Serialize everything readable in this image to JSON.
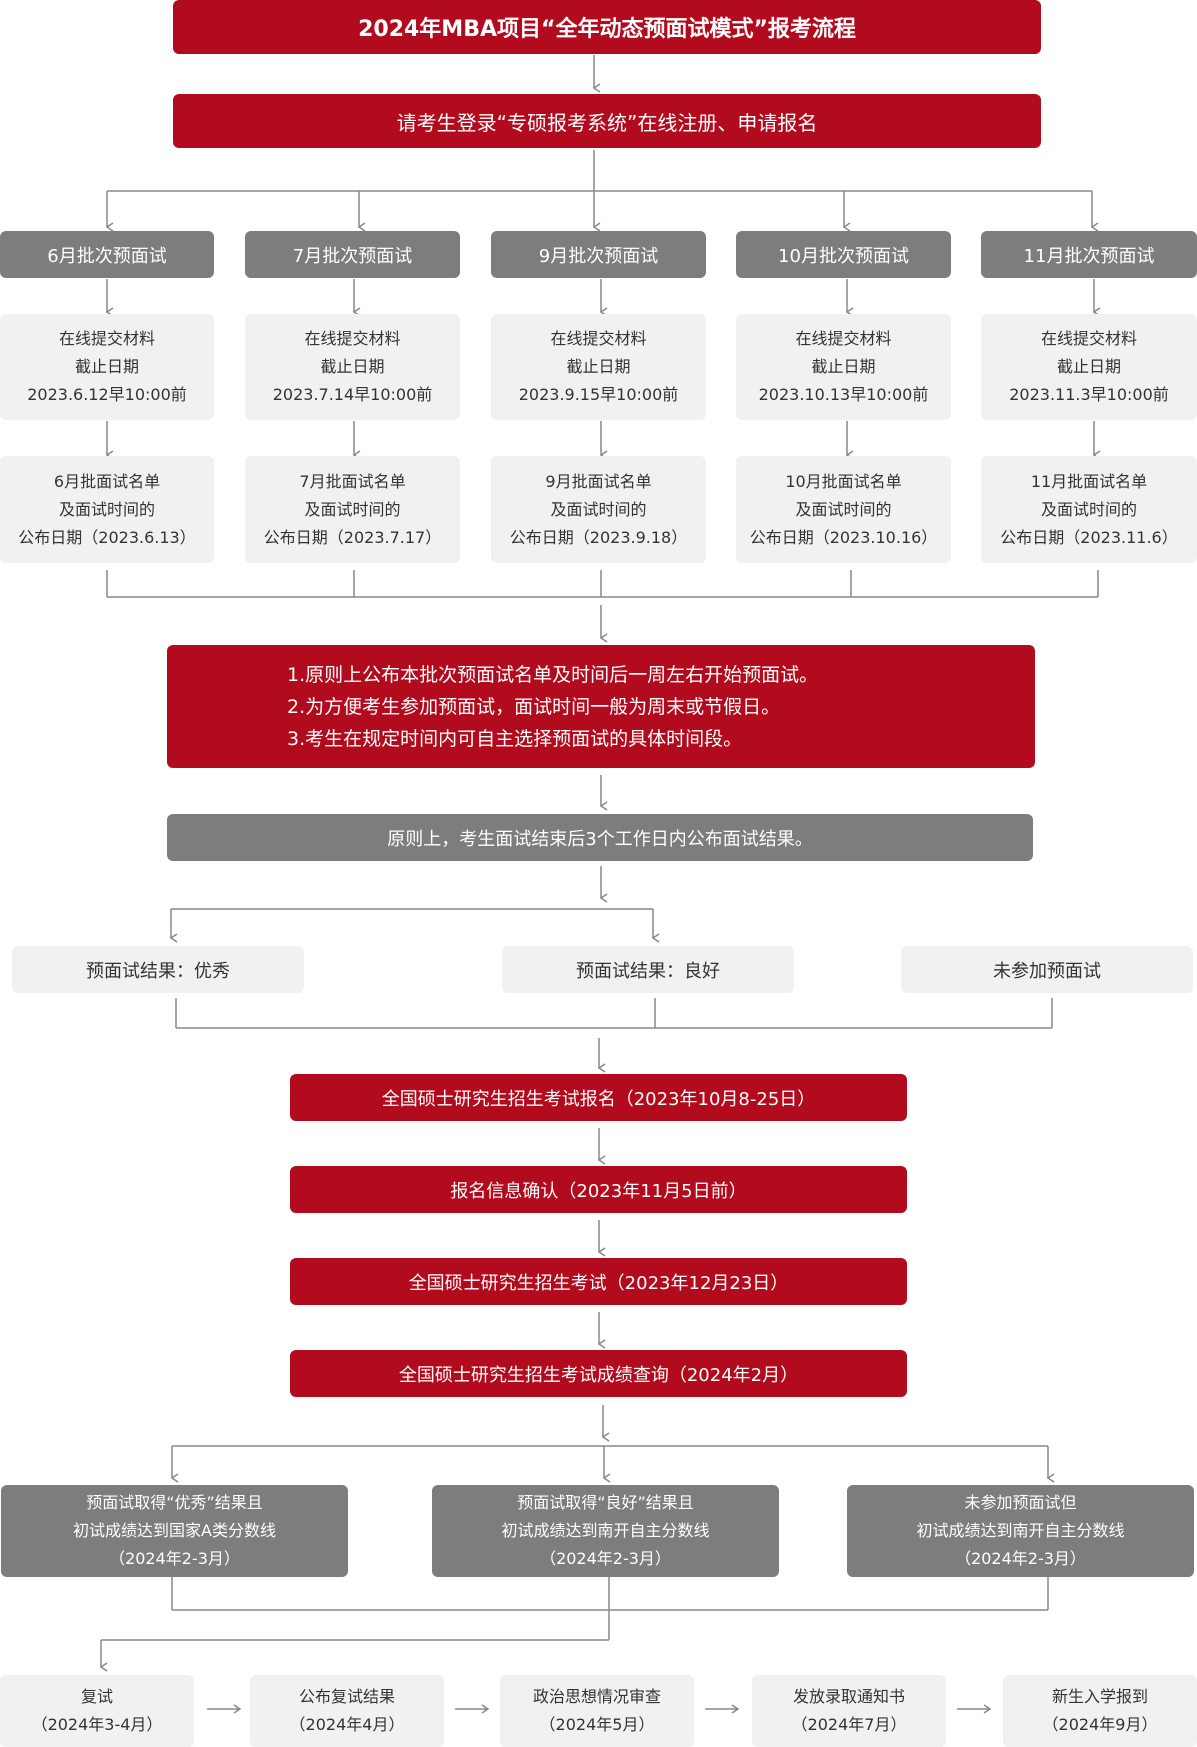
{
  "title": "2024年MBA项目“全年动态预面试模式”报考流程",
  "step_register": "请考生登录“专硕报考系统”在线注册、申请报名",
  "batches": [
    {
      "name": "6月批次预面试",
      "submit": [
        "在线提交材料",
        "截止日期",
        "2023.6.12早10:00前"
      ],
      "publish": [
        "6月批面试名单",
        "及面试时间的",
        "公布日期（2023.6.13）"
      ]
    },
    {
      "name": "7月批次预面试",
      "submit": [
        "在线提交材料",
        "截止日期",
        "2023.7.14早10:00前"
      ],
      "publish": [
        "7月批面试名单",
        "及面试时间的",
        "公布日期（2023.7.17）"
      ]
    },
    {
      "name": "9月批次预面试",
      "submit": [
        "在线提交材料",
        "截止日期",
        "2023.9.15早10:00前"
      ],
      "publish": [
        "9月批面试名单",
        "及面试时间的",
        "公布日期（2023.9.18）"
      ]
    },
    {
      "name": "10月批次预面试",
      "submit": [
        "在线提交材料",
        "截止日期",
        "2023.10.13早10:00前"
      ],
      "publish": [
        "10月批面试名单",
        "及面试时间的",
        "公布日期（2023.10.16）"
      ]
    },
    {
      "name": "11月批次预面试",
      "submit": [
        "在线提交材料",
        "截止日期",
        "2023.11.3早10:00前"
      ],
      "publish": [
        "11月批面试名单",
        "及面试时间的",
        "公布日期（2023.11.6）"
      ]
    }
  ],
  "notice": [
    "1.原则上公布本批次预面试名单及时间后一周左右开始预面试。",
    "2.为方便考生参加预面试，面试时间一般为周末或节假日。",
    "3.考生在规定时间内可自主选择预面试的具体时间段。"
  ],
  "result_notice": "原则上，考生面试结束后3个工作日内公布面试结果。",
  "results": [
    "预面试结果：优秀",
    "预面试结果：良好",
    "未参加预面试"
  ],
  "exam_steps": [
    "全国硕士研究生招生考试报名（2023年10月8-25日）",
    "报名信息确认（2023年11月5日前）",
    "全国硕士研究生招生考试（2023年12月23日）",
    "全国硕士研究生招生考试成绩查询（2024年2月）"
  ],
  "outcomes": [
    [
      "预面试取得“优秀”结果且",
      "初试成绩达到国家A类分数线",
      "（2024年2-3月）"
    ],
    [
      "预面试取得“良好”结果且",
      "初试成绩达到南开自主分数线",
      "（2024年2-3月）"
    ],
    [
      "未参加预面试但",
      "初试成绩达到南开自主分数线",
      "（2024年2-3月）"
    ]
  ],
  "final_steps": [
    [
      "复试",
      "（2024年3-4月）"
    ],
    [
      "公布复试结果",
      "（2024年4月）"
    ],
    [
      "政治思想情况审查",
      "（2024年5月）"
    ],
    [
      "发放录取通知书",
      "（2024年7月）"
    ],
    [
      "新生入学报到",
      "（2024年9月）"
    ]
  ],
  "colors": {
    "red": "#b30b1e",
    "gray": "#7d7d7d",
    "light": "#f1f1f1",
    "line": "#888888"
  }
}
